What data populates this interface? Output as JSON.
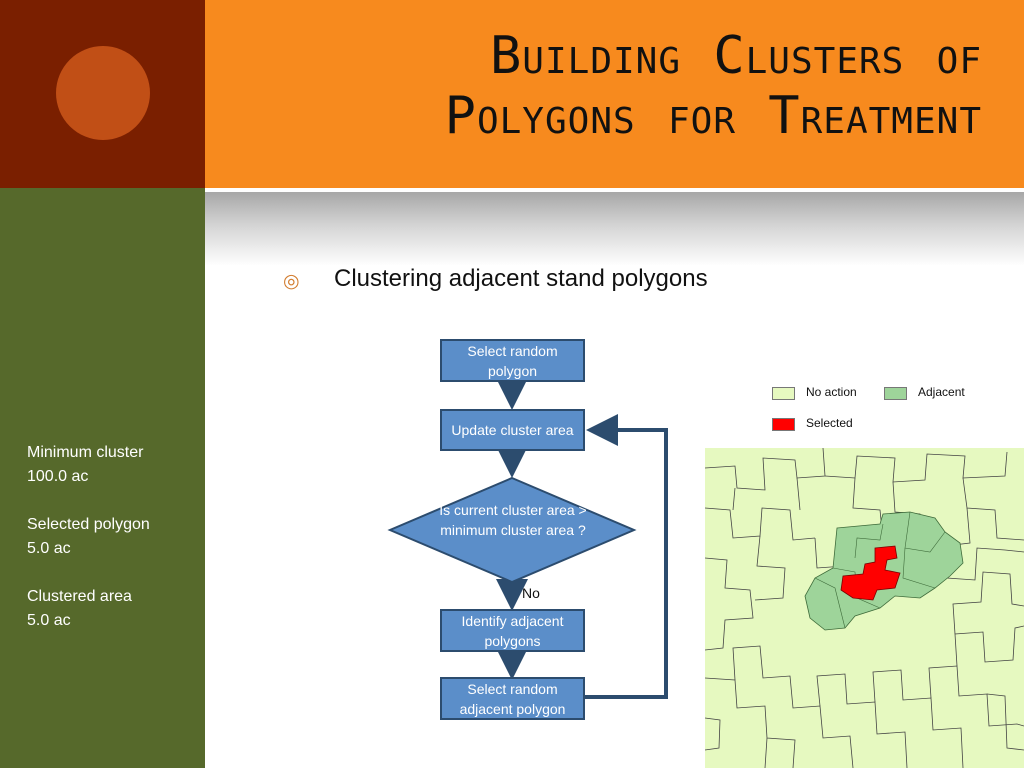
{
  "title_line1": "Building Clusters of",
  "title_line2": "Polygons for Treatment",
  "bullet": "Clustering adjacent stand polygons",
  "stats": {
    "min_label": "Minimum cluster",
    "min_value": "100.0 ac",
    "sel_label": "Selected polygon",
    "sel_value": "5.0 ac",
    "clu_label": "Clustered area",
    "clu_value": "5.0 ac"
  },
  "flow": {
    "step1": "Select random polygon",
    "step2": "Update cluster area",
    "decision": "Is current cluster area > minimum cluster area ?",
    "no": "No",
    "step3": "Identify adjacent polygons",
    "step4": "Select random adjacent polygon"
  },
  "legend": {
    "no_action": "No action",
    "adjacent": "Adjacent",
    "selected": "Selected"
  },
  "colors": {
    "no_action": "#e6f9c0",
    "adjacent": "#9ed49a",
    "selected": "#ff0000",
    "flow_fill": "#5b8ec9",
    "arrow": "#2c4c6e"
  }
}
